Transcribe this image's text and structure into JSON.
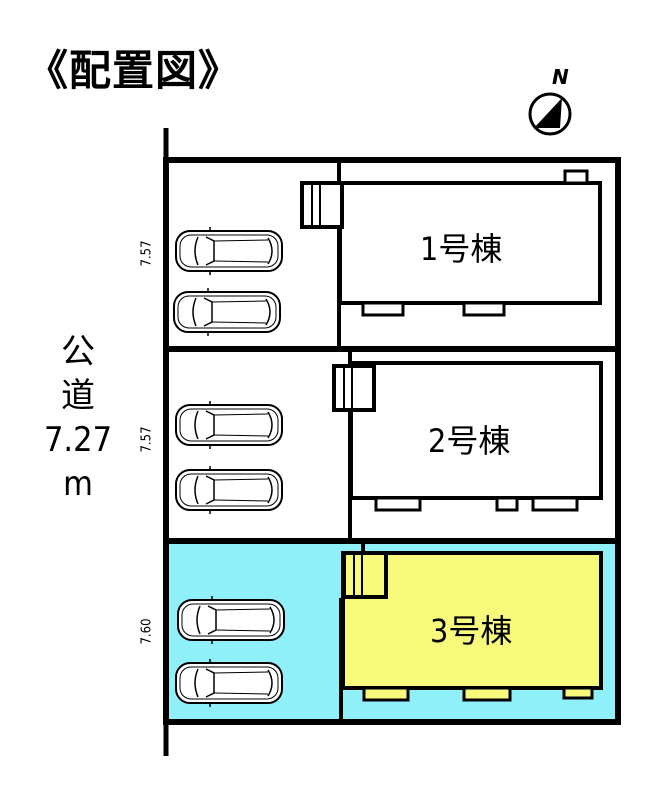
{
  "title": "《配置図》",
  "compass": {
    "label": "N",
    "icon": "north-arrow-icon"
  },
  "road": {
    "line1": "公",
    "line2": "道",
    "width": "7.27",
    "unit": "m"
  },
  "lots": [
    {
      "id": "lot-1",
      "building_label": "1号棟",
      "frontage": "7.57",
      "parking_spaces": 2,
      "highlighted": false,
      "fill": "#ffffff"
    },
    {
      "id": "lot-2",
      "building_label": "2号棟",
      "frontage": "7.57",
      "parking_spaces": 2,
      "highlighted": false,
      "fill": "#ffffff"
    },
    {
      "id": "lot-3",
      "building_label": "3号棟",
      "frontage": "7.60",
      "parking_spaces": 2,
      "highlighted": true,
      "fill": "#8ff0fa",
      "building_fill": "#f8fa7c"
    }
  ],
  "colors": {
    "line": "#000000",
    "highlight_lot": "#8ff0fa",
    "highlight_building": "#f8fa7c"
  }
}
